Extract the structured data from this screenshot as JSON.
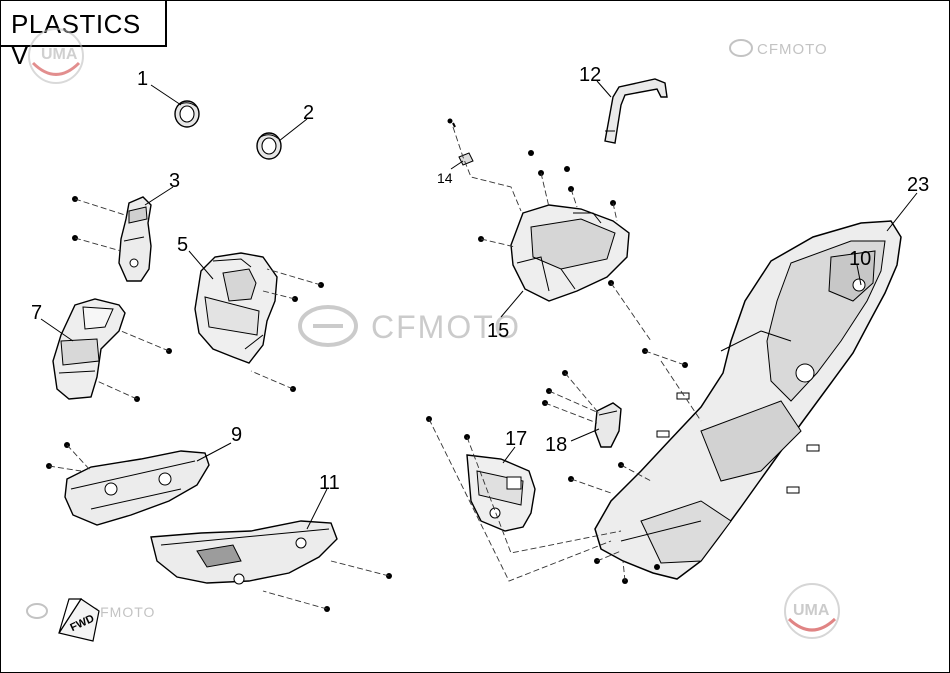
{
  "title": "PLASTICS V",
  "watermarks": {
    "brand_top": "CFMOTO",
    "brand_center": "CFMOTO",
    "brand_bottom": "CFMOTO",
    "uma_top": "UMA",
    "uma_bottom": "UMA",
    "arrow_label": "FWD"
  },
  "callouts": [
    {
      "id": "1",
      "label": "1"
    },
    {
      "id": "2",
      "label": "2"
    },
    {
      "id": "3",
      "label": "3"
    },
    {
      "id": "5",
      "label": "5"
    },
    {
      "id": "7",
      "label": "7"
    },
    {
      "id": "9",
      "label": "9"
    },
    {
      "id": "10",
      "label": "10"
    },
    {
      "id": "11",
      "label": "11"
    },
    {
      "id": "12",
      "label": "12"
    },
    {
      "id": "14",
      "label": "14"
    },
    {
      "id": "15",
      "label": "15"
    },
    {
      "id": "17",
      "label": "17"
    },
    {
      "id": "18",
      "label": "18"
    },
    {
      "id": "23",
      "label": "23"
    }
  ],
  "colors": {
    "line": "#000000",
    "part_fill": "#e8e8e8",
    "part_dark": "#9a9a9a",
    "watermark": "#b0b0b0"
  }
}
